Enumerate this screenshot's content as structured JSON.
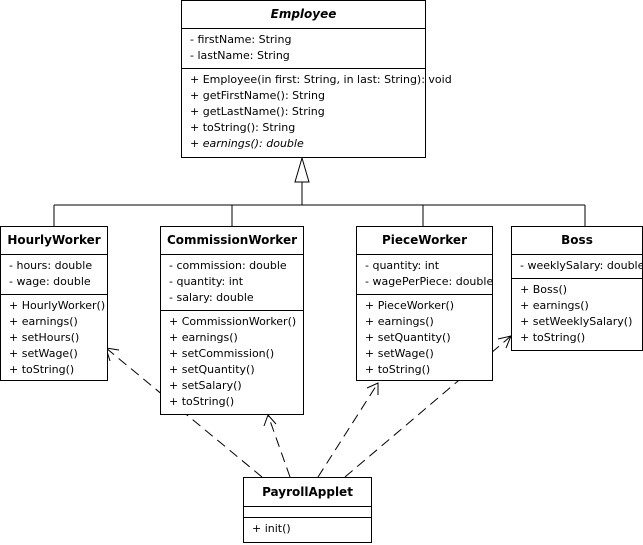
{
  "classes": {
    "employee": {
      "name": "Employee",
      "attributes": [
        "- firstName: String",
        "- lastName: String"
      ],
      "operations": [
        "+  Employee(in first: String, in last: String): void",
        "+  getFirstName(): String",
        "+  getLastName(): String",
        "+  toString(): String",
        "+  earnings(): double"
      ]
    },
    "hourly": {
      "name": "HourlyWorker",
      "attributes": [
        "- hours: double",
        "- wage: double"
      ],
      "operations": [
        "+  HourlyWorker()",
        "+  earnings()",
        "+  setHours()",
        "+  setWage()",
        "+  toString()"
      ]
    },
    "commission": {
      "name": "CommissionWorker",
      "attributes": [
        "- commission: double",
        "- quantity: int",
        "- salary: double"
      ],
      "operations": [
        "+  CommissionWorker()",
        "+  earnings()",
        "+  setCommission()",
        "+  setQuantity()",
        "+  setSalary()",
        "+  toString()"
      ]
    },
    "piece": {
      "name": "PieceWorker",
      "attributes": [
        "- quantity: int",
        "- wagePerPiece: double"
      ],
      "operations": [
        "+  PieceWorker()",
        "+  earnings()",
        "+  setQuantity()",
        "+  setWage()",
        "+  toString()"
      ]
    },
    "boss": {
      "name": "Boss",
      "attributes": [
        "- weeklySalary: double"
      ],
      "operations": [
        "+  Boss()",
        "+  earnings()",
        "+  setWeeklySalary()",
        "+  toString()"
      ]
    },
    "payroll": {
      "name": "PayrollApplet",
      "attributes": [],
      "operations": [
        "+  init()"
      ]
    }
  }
}
